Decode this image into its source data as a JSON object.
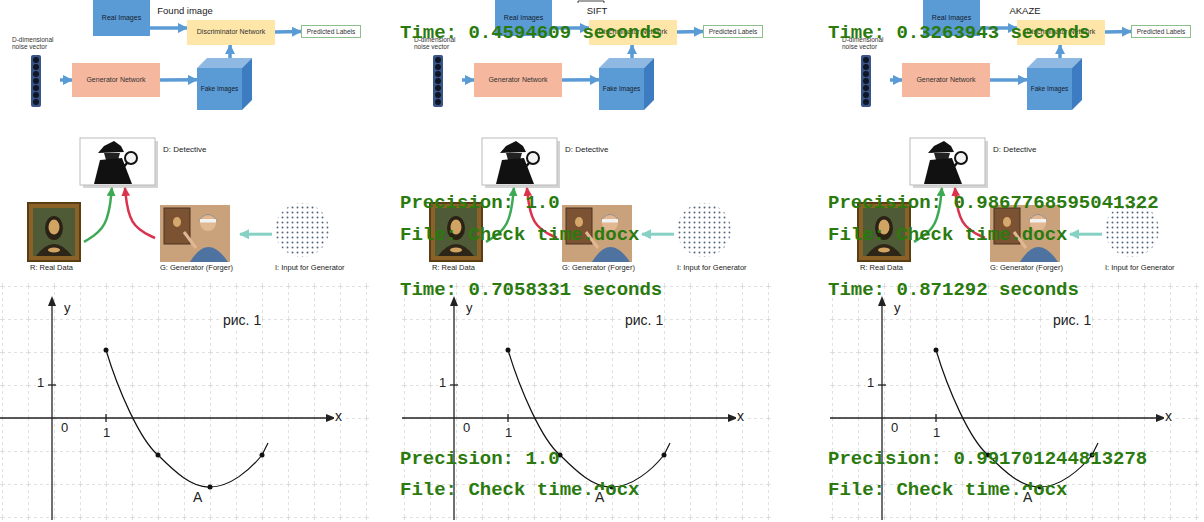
{
  "diagram": {
    "nodes": [
      {
        "text": [
          "Found image"
        ]
      },
      {
        "text": [
          "Real Images"
        ],
        "in": 0
      },
      {
        "text": [
          "Discriminator Network"
        ],
        "in": 0
      },
      {
        "text": [
          "Predicted Labels"
        ],
        "in": 0
      },
      {
        "text": [
          "D-dimensional noise vector"
        ],
        "in": 0
      },
      {
        "text": [
          "Generator Network"
        ],
        "in": 0
      },
      {
        "text": [
          "Fake Images"
        ],
        "in": 0
      },
      {
        "text": [
          "D: Detective"
        ],
        "in": 0
      },
      {
        "text": [
          "R: Real Data"
        ],
        "in": 0
      },
      {
        "text": [
          "G: Generator (Forger)"
        ],
        "in": 0
      },
      {
        "text": [
          "I: Input for Generator"
        ],
        "in": 0
      },
      {
        "text": [
          "SIFT"
        ]
      },
      {
        "text": [
          "Real Images"
        ],
        "in": 11
      },
      {
        "text": [
          "Discriminator Network"
        ],
        "in": 11
      },
      {
        "text": [
          "Predicted Labels"
        ],
        "in": 11
      },
      {
        "text": [
          "D-dimensional noise vector"
        ],
        "in": 11
      },
      {
        "text": [
          "Generator Network"
        ],
        "in": 11
      },
      {
        "text": [
          "Fake Images"
        ],
        "in": 11
      },
      {
        "text": [
          "D: Detective"
        ],
        "in": 11
      },
      {
        "text": [
          "R: Real Data"
        ],
        "in": 11
      },
      {
        "text": [
          "G: Generator (Forger)"
        ],
        "in": 11
      },
      {
        "text": [
          "I: Input for Generator"
        ],
        "in": 11
      },
      {
        "text": [
          "AKAZE"
        ]
      },
      {
        "text": [
          "Real Images"
        ],
        "in": 22
      },
      {
        "text": [
          "Discriminator Network"
        ],
        "in": 22
      },
      {
        "text": [
          "Predicted Labels"
        ],
        "in": 22
      },
      {
        "text": [
          "D-dimensional noise vector"
        ],
        "in": 22
      },
      {
        "text": [
          "Generator Network"
        ],
        "in": 22
      },
      {
        "text": [
          "Fake Images"
        ],
        "in": 22
      },
      {
        "text": [
          "D: Detective"
        ],
        "in": 22
      },
      {
        "text": [
          "R: Real Data"
        ],
        "in": 22
      },
      {
        "text": [
          "G: Generator (Forger)"
        ],
        "in": 22
      },
      {
        "text": [
          "I: Input for Generator"
        ],
        "in": 22
      }
    ],
    "edges": [
      {
        "from": 1,
        "to": 2,
        "arrow": "to"
      },
      {
        "from": 2,
        "to": 3,
        "arrow": "to"
      },
      {
        "from": 4,
        "to": 5,
        "arrow": "to"
      },
      {
        "from": 5,
        "to": 6,
        "arrow": "to"
      },
      {
        "from": 6,
        "to": 2,
        "arrow": "to"
      },
      {
        "from": 8,
        "to": 7,
        "arrow": "to"
      },
      {
        "from": 9,
        "to": 7,
        "arrow": "to"
      },
      {
        "from": 10,
        "to": 9,
        "arrow": "to"
      },
      {
        "from": 12,
        "to": 13,
        "arrow": "to"
      },
      {
        "from": 13,
        "to": 14,
        "arrow": "to"
      },
      {
        "from": 15,
        "to": 16,
        "arrow": "to"
      },
      {
        "from": 16,
        "to": 17,
        "arrow": "to"
      },
      {
        "from": 17,
        "to": 13,
        "arrow": "to"
      },
      {
        "from": 19,
        "to": 18,
        "arrow": "to"
      },
      {
        "from": 20,
        "to": 18,
        "arrow": "to"
      },
      {
        "from": 21,
        "to": 20,
        "arrow": "to"
      },
      {
        "from": 23,
        "to": 24,
        "arrow": "to"
      },
      {
        "from": 24,
        "to": 25,
        "arrow": "to"
      },
      {
        "from": 26,
        "to": 27,
        "arrow": "to"
      },
      {
        "from": 27,
        "to": 28,
        "arrow": "to"
      },
      {
        "from": 28,
        "to": 24,
        "arrow": "to"
      },
      {
        "from": 30,
        "to": 29,
        "arrow": "to"
      },
      {
        "from": 31,
        "to": 29,
        "arrow": "to"
      },
      {
        "from": 32,
        "to": 31,
        "arrow": "to"
      }
    ],
    "labels": [
      "y",
      "рис. 1",
      "1",
      "x",
      "0",
      "1",
      "A",
      "Time: 0.4594609 seconds",
      "Precision: 1.0",
      "File: Check time.docx",
      "Time: 0.7058331 seconds",
      "y",
      "рис. 1",
      "1",
      "x",
      "0",
      "1",
      "Precision: 1.0",
      "File: Check time.docx",
      "A",
      "Time: 0.3263943 seconds",
      "Precision: 0.9867768595041322",
      "File: Check time.docx",
      "Time: 0.871292 seconds",
      "y",
      "рис. 1",
      "1",
      "x",
      "0",
      "1",
      "Precision: 0.991701244813278",
      "File: Check time.docx",
      "A"
    ]
  }
}
